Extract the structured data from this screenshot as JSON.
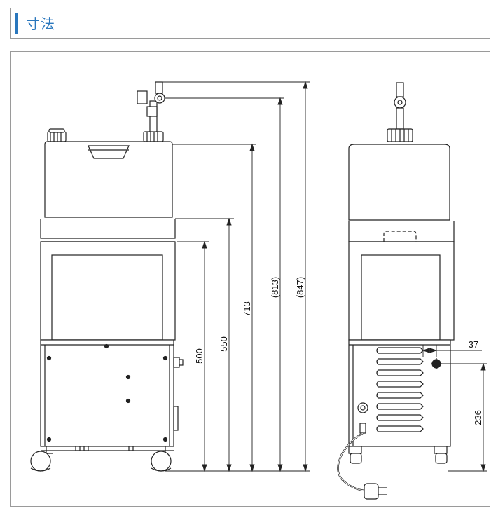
{
  "header": {
    "title": "寸法"
  },
  "dimensions": {
    "front_heights": [
      "500",
      "550",
      "713",
      "(813)",
      "(847)"
    ],
    "side_offset": "37",
    "side_height": "236"
  }
}
